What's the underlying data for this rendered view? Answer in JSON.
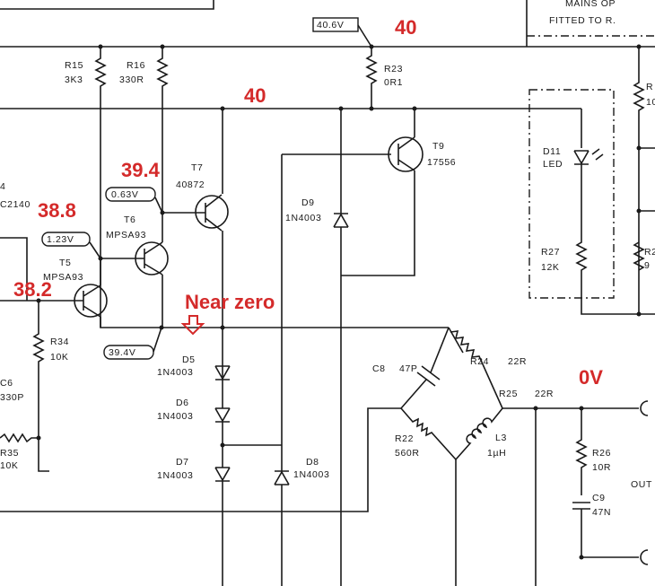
{
  "annotations": {
    "v_40_top": "40",
    "v_40_mid": "40",
    "v_39_4": "39.4",
    "v_38_8": "38.8",
    "v_38_2": "38.2",
    "near_zero": "Near zero",
    "v_0": "0V"
  },
  "colors": {
    "annotation": "#d42a2a",
    "ink": "#1a1a1a"
  },
  "voltage_boxes": {
    "r23_top": "40.6V",
    "t7_base": "0.63V",
    "t6_base": "1.23V",
    "t5_bottom": "39.4V"
  },
  "header_text": {
    "mains": "MAINS OP",
    "fitted": "FITTED TO R."
  },
  "components": {
    "r15": {
      "ref": "R15",
      "value": "3K3"
    },
    "r16": {
      "ref": "R16",
      "value": "330R"
    },
    "r23": {
      "ref": "R23",
      "value": "0R1"
    },
    "t9": {
      "ref": "T9",
      "value": "17556"
    },
    "t7": {
      "ref": "T7",
      "value": "40872"
    },
    "t6": {
      "ref": "T6",
      "value": "MPSA93"
    },
    "t5": {
      "ref": "T5",
      "value": "MPSA93"
    },
    "t_left": {
      "ref": "4",
      "value": "C2140"
    },
    "d9": {
      "ref": "D9",
      "value": "1N4003"
    },
    "d11": {
      "ref": "D11",
      "value": "LED"
    },
    "r27": {
      "ref": "R27",
      "value": "12K"
    },
    "r_right_upper": {
      "ref": "R",
      "value": "10"
    },
    "r_right_lower": {
      "ref": "R2",
      "value": "9"
    },
    "r34": {
      "ref": "R34",
      "value": "10K"
    },
    "c6": {
      "ref": "C6",
      "value": "330P"
    },
    "r35": {
      "ref": "R35",
      "value": "10K"
    },
    "d5": {
      "ref": "D5",
      "value": "1N4003"
    },
    "d6": {
      "ref": "D6",
      "value": "1N4003"
    },
    "d7": {
      "ref": "D7",
      "value": "1N4003"
    },
    "d8": {
      "ref": "D8",
      "value": "1N4003"
    },
    "c8": {
      "ref": "C8",
      "value": "47P"
    },
    "r24": {
      "ref": "R24",
      "value": "22R"
    },
    "r25": {
      "ref": "R25",
      "value": "22R"
    },
    "r22": {
      "ref": "R22",
      "value": "560R"
    },
    "l3": {
      "ref": "L3",
      "value": "1µH"
    },
    "r26": {
      "ref": "R26",
      "value": "10R"
    },
    "c9": {
      "ref": "C9",
      "value": "47N"
    },
    "out": {
      "label": "OUT"
    }
  }
}
